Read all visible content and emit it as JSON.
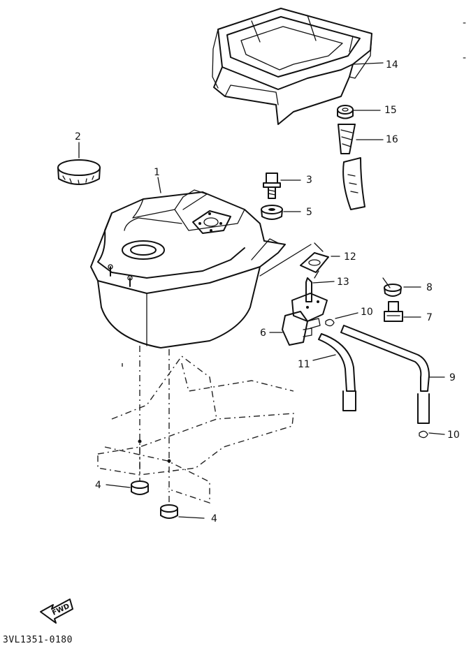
{
  "callouts": [
    {
      "id": "1",
      "text": "1"
    },
    {
      "id": "2",
      "text": "2"
    },
    {
      "id": "3",
      "text": "3"
    },
    {
      "id": "4a",
      "text": "4"
    },
    {
      "id": "4b",
      "text": "4"
    },
    {
      "id": "5",
      "text": "5"
    },
    {
      "id": "6",
      "text": "6"
    },
    {
      "id": "7",
      "text": "7"
    },
    {
      "id": "8",
      "text": "8"
    },
    {
      "id": "9",
      "text": "9"
    },
    {
      "id": "10a",
      "text": "10"
    },
    {
      "id": "10b",
      "text": "10"
    },
    {
      "id": "11",
      "text": "11"
    },
    {
      "id": "12",
      "text": "12"
    },
    {
      "id": "13",
      "text": "13"
    },
    {
      "id": "14",
      "text": "14"
    },
    {
      "id": "15",
      "text": "15"
    },
    {
      "id": "16",
      "text": "16"
    }
  ],
  "direction_label": "FWD",
  "diagram_code": "3VL1351-0180",
  "edge_marks": [
    "-",
    "-"
  ]
}
